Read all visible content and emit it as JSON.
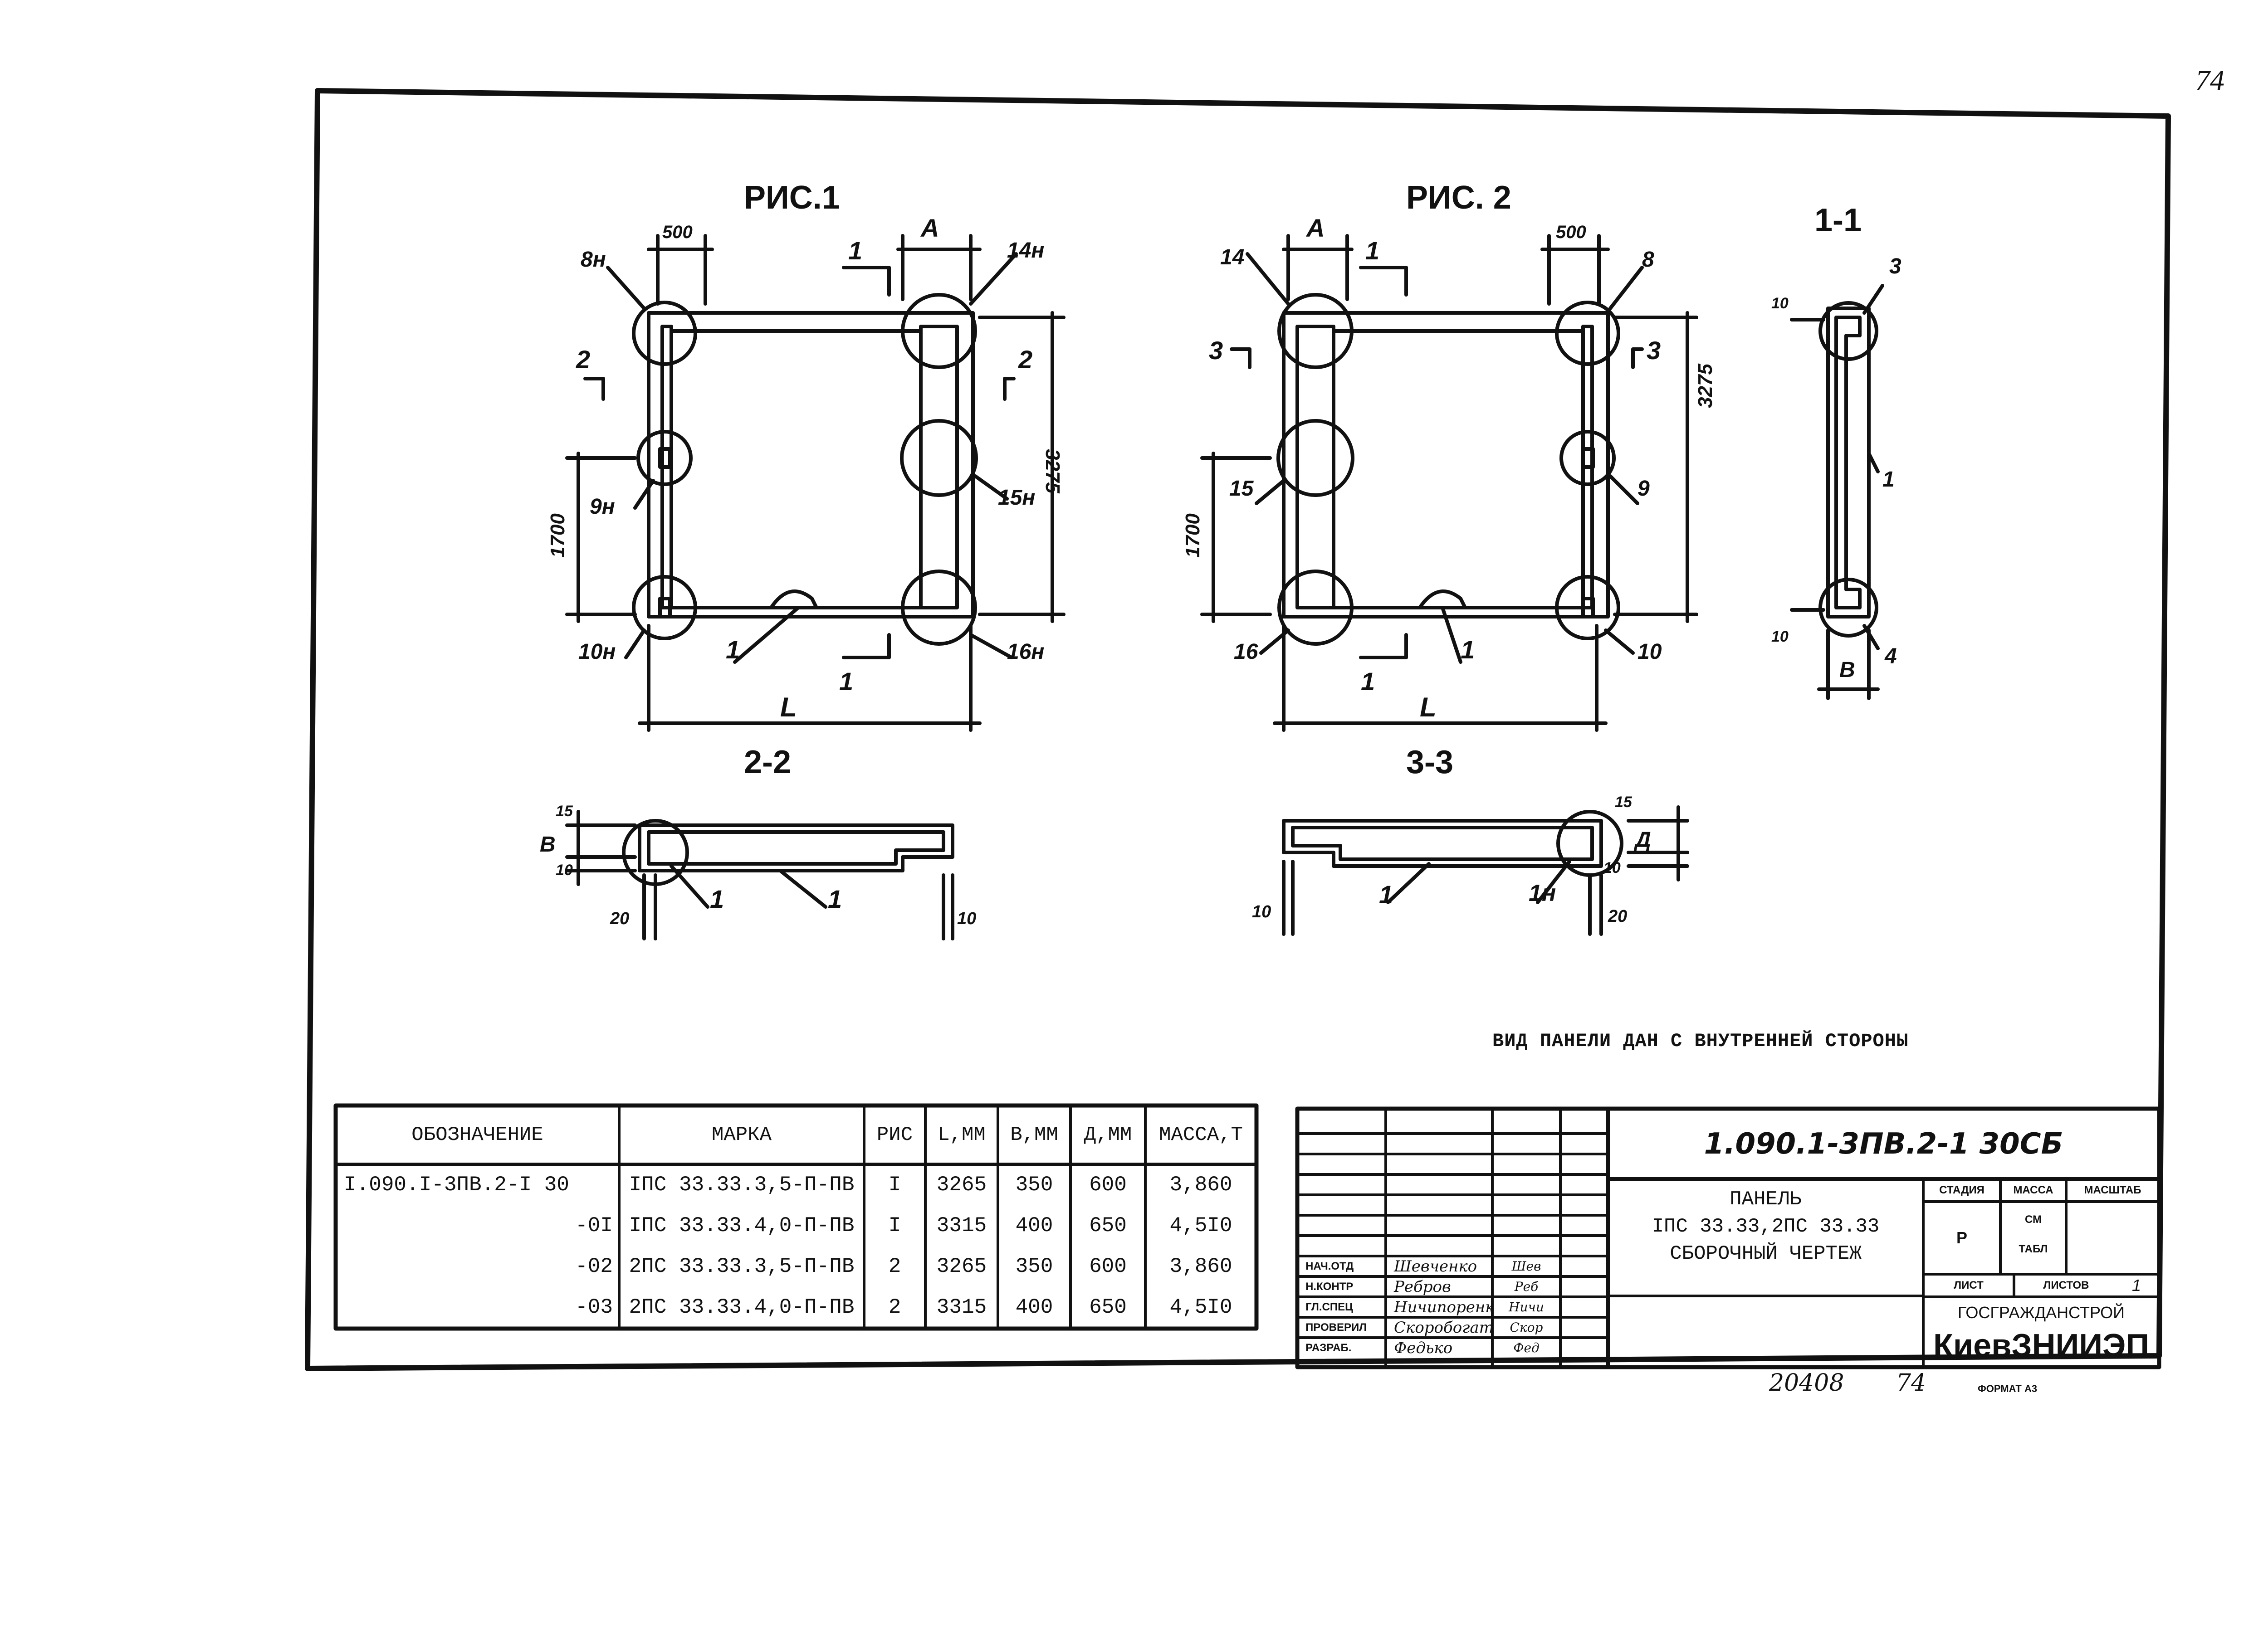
{
  "page_number": "74",
  "figures": {
    "fig1_title": "РИС.1",
    "fig2_title": "РИС. 2",
    "sec11_title": "1-1",
    "sec22_title": "2-2",
    "sec33_title": "3-3"
  },
  "fig1_labels": {
    "d500": "500",
    "dA": "A",
    "c1top": "1",
    "c1bot": "1",
    "c2left": "2",
    "c2right": "2",
    "n8": "8н",
    "n14": "14н",
    "n9": "9н",
    "n15": "15н",
    "n10": "10н",
    "n16": "16н",
    "n1": "1",
    "d3275": "3275",
    "d1700": "1700",
    "dL": "L"
  },
  "fig2_labels": {
    "n14": "14",
    "dA": "A",
    "c1top": "1",
    "c1bot": "1",
    "d500": "500",
    "n8": "8",
    "c3left": "3",
    "c3right": "3",
    "d3275": "3275",
    "n15": "15",
    "n9": "9",
    "d1700": "1700",
    "n16": "16",
    "n1": "1",
    "n10": "10",
    "dL": "L"
  },
  "sec11_labels": {
    "d10top": "10",
    "n3": "3",
    "n1": "1",
    "d10bot": "10",
    "n4": "4",
    "dB": "B"
  },
  "sec22_labels": {
    "d15": "15",
    "dB": "B",
    "d10": "10",
    "d20": "20",
    "n1a": "1",
    "n1b": "1",
    "d10r": "10"
  },
  "sec33_labels": {
    "d10l": "10",
    "n1": "1",
    "n1n": "1н",
    "d15": "15",
    "dD": "Д",
    "d10": "10",
    "d20": "20"
  },
  "note": "ВИД ПАНЕЛИ ДАН С ВНУТРЕННЕЙ СТОРОНЫ",
  "spec_table": {
    "headers": [
      "ОБОЗНАЧЕНИЕ",
      "МАРКА",
      "РИС",
      "L,ММ",
      "В,ММ",
      "Д,ММ",
      "МАССА,Т"
    ],
    "rows": [
      [
        "I.090.I-3ПВ.2-I 30",
        "IПС 33.33.3,5-П-ПВ",
        "I",
        "3265",
        "350",
        "600",
        "3,860"
      ],
      [
        "-0I",
        "IПС 33.33.4,0-П-ПВ",
        "I",
        "3315",
        "400",
        "650",
        "4,5I0"
      ],
      [
        "-02",
        "2ПС 33.33.3,5-П-ПВ",
        "2",
        "3265",
        "350",
        "600",
        "3,860"
      ],
      [
        "-03",
        "2ПС 33.33.4,0-П-ПВ",
        "2",
        "3315",
        "400",
        "650",
        "4,5I0"
      ]
    ]
  },
  "title_block": {
    "code": "1.090.1-3ПВ.2-1 30СБ",
    "name_line1": "ПАНЕЛЬ",
    "name_line2": "IПС 33.33,2ПС 33.33",
    "name_line3": "СБОРОЧНЫЙ ЧЕРТЕЖ",
    "stage_label": "СТАДИЯ",
    "mass_label": "МАССА",
    "scale_label": "МАСШТАБ",
    "stage_value": "Р",
    "mass_value_1": "СМ",
    "mass_value_2": "ТАБЛ",
    "sheet_label": "ЛИСТ",
    "sheets_label": "ЛИСТОВ",
    "sheets_value": "1",
    "org_1": "ГОСГРАЖДАНСТРОЙ",
    "org_2": "КиевЗНИИЭП",
    "roles": [
      {
        "role": "НАЧ.ОТД",
        "name": "Шевченко",
        "sign": "Шев"
      },
      {
        "role": "Н.КОНТР",
        "name": "Ребров",
        "sign": "Реб"
      },
      {
        "role": "ГЛ.СПЕЦ",
        "name": "Ничипоренко",
        "sign": "Ничи"
      },
      {
        "role": "ПРОВЕРИЛ",
        "name": "Скоробогат",
        "sign": "Скор"
      },
      {
        "role": "РАЗРАБ.",
        "name": "Федько",
        "sign": "Фед"
      }
    ]
  },
  "bottom": {
    "inv_number": "20408",
    "page_ref": "74",
    "format": "ФОРМАТ А3"
  }
}
